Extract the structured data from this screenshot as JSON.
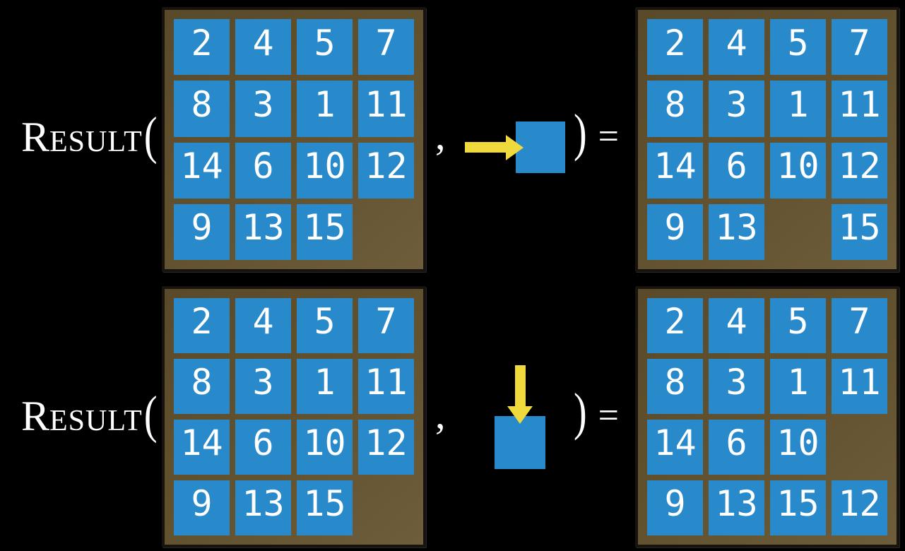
{
  "colors": {
    "background": "#000000",
    "board_background": "#63522f",
    "board_border": "#17130e",
    "tile_blue": "#2889cb",
    "arrow_yellow": "#efd93c",
    "text_white": "#ffffff"
  },
  "equations": [
    {
      "label": {
        "initial": "R",
        "rest": "ESULT"
      },
      "open_paren": "(",
      "comma": ",",
      "close_paren": ")",
      "equals": "=",
      "action": {
        "icon": "arrow-right-into-tile",
        "direction": "right"
      },
      "input_board": {
        "rows": [
          [
            "2",
            "4",
            "5",
            "7"
          ],
          [
            "8",
            "3",
            "1",
            "11"
          ],
          [
            "14",
            "6",
            "10",
            "12"
          ],
          [
            "9",
            "13",
            "15",
            ""
          ]
        ]
      },
      "output_board": {
        "rows": [
          [
            "2",
            "4",
            "5",
            "7"
          ],
          [
            "8",
            "3",
            "1",
            "11"
          ],
          [
            "14",
            "6",
            "10",
            "12"
          ],
          [
            "9",
            "13",
            "",
            "15"
          ]
        ]
      }
    },
    {
      "label": {
        "initial": "R",
        "rest": "ESULT"
      },
      "open_paren": "(",
      "comma": ",",
      "close_paren": ")",
      "equals": "=",
      "action": {
        "icon": "arrow-down-into-tile",
        "direction": "down"
      },
      "input_board": {
        "rows": [
          [
            "2",
            "4",
            "5",
            "7"
          ],
          [
            "8",
            "3",
            "1",
            "11"
          ],
          [
            "14",
            "6",
            "10",
            "12"
          ],
          [
            "9",
            "13",
            "15",
            ""
          ]
        ]
      },
      "output_board": {
        "rows": [
          [
            "2",
            "4",
            "5",
            "7"
          ],
          [
            "8",
            "3",
            "1",
            "11"
          ],
          [
            "14",
            "6",
            "10",
            ""
          ],
          [
            "9",
            "13",
            "15",
            "12"
          ]
        ]
      }
    }
  ]
}
